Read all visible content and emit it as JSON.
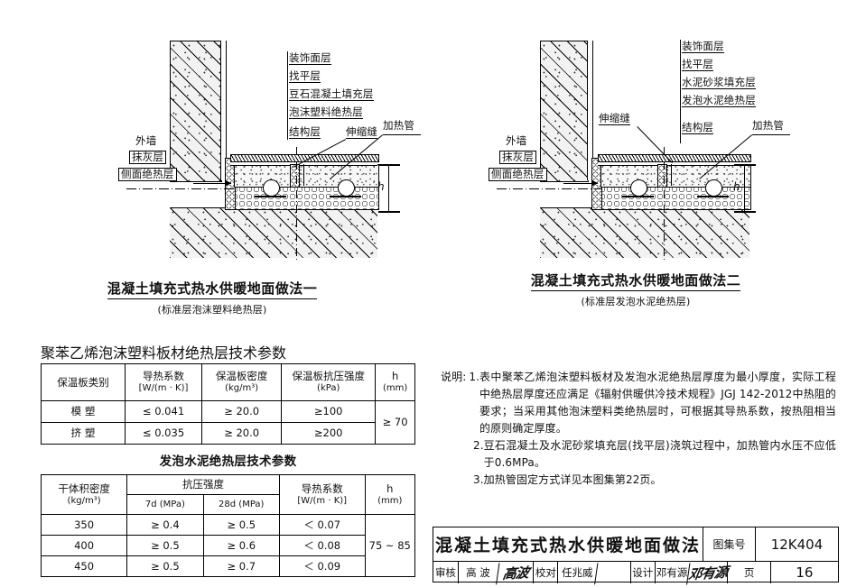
{
  "sheet": {
    "drawing_title": "混凝土填充式热水供暖地面做法",
    "atlas_no_label": "图集号",
    "atlas_no": "12K404",
    "page_label": "页",
    "page_no": "16",
    "review_label": "审核",
    "review_name": "高 波",
    "review_sign": "高波",
    "check_label": "校对",
    "check_name": "任兆威",
    "check_sign": "",
    "design_label": "设计",
    "design_name": "邓有源",
    "design_sign": "邓有源"
  },
  "figure_left": {
    "caption": "混凝土填充式热水供暖地面做法一",
    "subcaption": "(标准层泡沫塑料绝热层)",
    "left_labels": [
      {
        "text": "外墙",
        "boxed": false
      },
      {
        "text": "抹灰层",
        "boxed": true
      },
      {
        "text": "侧面绝热层",
        "boxed": true
      }
    ],
    "stack_labels": [
      "装饰面层",
      "找平层",
      "豆石混凝土填充层",
      "泡沫塑料绝热层",
      "结构层"
    ],
    "joint_label": "伸缩缝",
    "pipe_label": "加热管",
    "dim_label": "h"
  },
  "figure_right": {
    "caption": "混凝土填充式热水供暖地面做法二",
    "subcaption": "(标准层发泡水泥绝热层)",
    "left_labels": [
      {
        "text": "外墙",
        "boxed": false
      },
      {
        "text": "抹灰层",
        "boxed": true
      },
      {
        "text": "侧面绝热层",
        "boxed": true
      }
    ],
    "stack_labels": [
      "装饰面层",
      "找平层",
      "水泥砂浆填充层",
      "发泡水泥绝热层",
      "结构层"
    ],
    "joint_label": "伸缩缝",
    "pipe_label": "加热管",
    "dim_label": "h"
  },
  "table_eps": {
    "title": "聚苯乙烯泡沫塑料板材绝热层技术参数",
    "headers": [
      {
        "main": "保温板类别",
        "unit": ""
      },
      {
        "main": "导热系数",
        "unit": "[W/(m · K)]"
      },
      {
        "main": "保温板密度",
        "unit": "(kg/m³)"
      },
      {
        "main": "保温板抗压强度",
        "unit": "(kPa)"
      },
      {
        "main": "h",
        "unit": "(mm)"
      }
    ],
    "rows": [
      {
        "c0": "模 塑",
        "c1": "≤ 0.041",
        "c2": "≥ 20.0",
        "c3": "≥100"
      },
      {
        "c0": "挤 塑",
        "c1": "≤ 0.035",
        "c2": "≥ 20.0",
        "c3": "≥200"
      }
    ],
    "h_value": "≥ 70"
  },
  "table_foam": {
    "title": "发泡水泥绝热层技术参数",
    "header_density_main": "干体积密度",
    "header_density_unit": "(kg/m³)",
    "header_strength": "抗压强度",
    "header_7d": "7d (MPa)",
    "header_28d": "28d (MPa)",
    "header_cond_main": "导热系数",
    "header_cond_unit": "[W/(m · K)]",
    "header_h_main": "h",
    "header_h_unit": "(mm)",
    "rows": [
      {
        "density": "350",
        "d7": "≥ 0.4",
        "d28": "≥ 0.5",
        "cond": "＜ 0.07"
      },
      {
        "density": "400",
        "d7": "≥ 0.5",
        "d28": "≥ 0.6",
        "cond": "＜ 0.08"
      },
      {
        "density": "450",
        "d7": "≥ 0.5",
        "d28": "≥ 0.7",
        "cond": "＜ 0.09"
      }
    ],
    "h_value": "75 ~ 85"
  },
  "notes": {
    "lead": "说明:",
    "items": [
      {
        "num": "1.",
        "text": "表中聚苯乙烯泡沫塑料板材及发泡水泥绝热层厚度为最小厚度，实际工程中绝热层厚度还应满足《辐射供暖供冷技术规程》JGJ 142-2012中热阻的要求；当采用其他泡沫塑料类绝热层时，可根据其导热系数，按热阻相当的原则确定厚度。"
      },
      {
        "num": "2.",
        "text": "豆石混凝土及水泥砂浆填充层(找平层)浇筑过程中，加热管内水压不应低于0.6MPa。"
      },
      {
        "num": "3.",
        "text": "加热管固定方式详见本图集第22页。"
      }
    ]
  }
}
